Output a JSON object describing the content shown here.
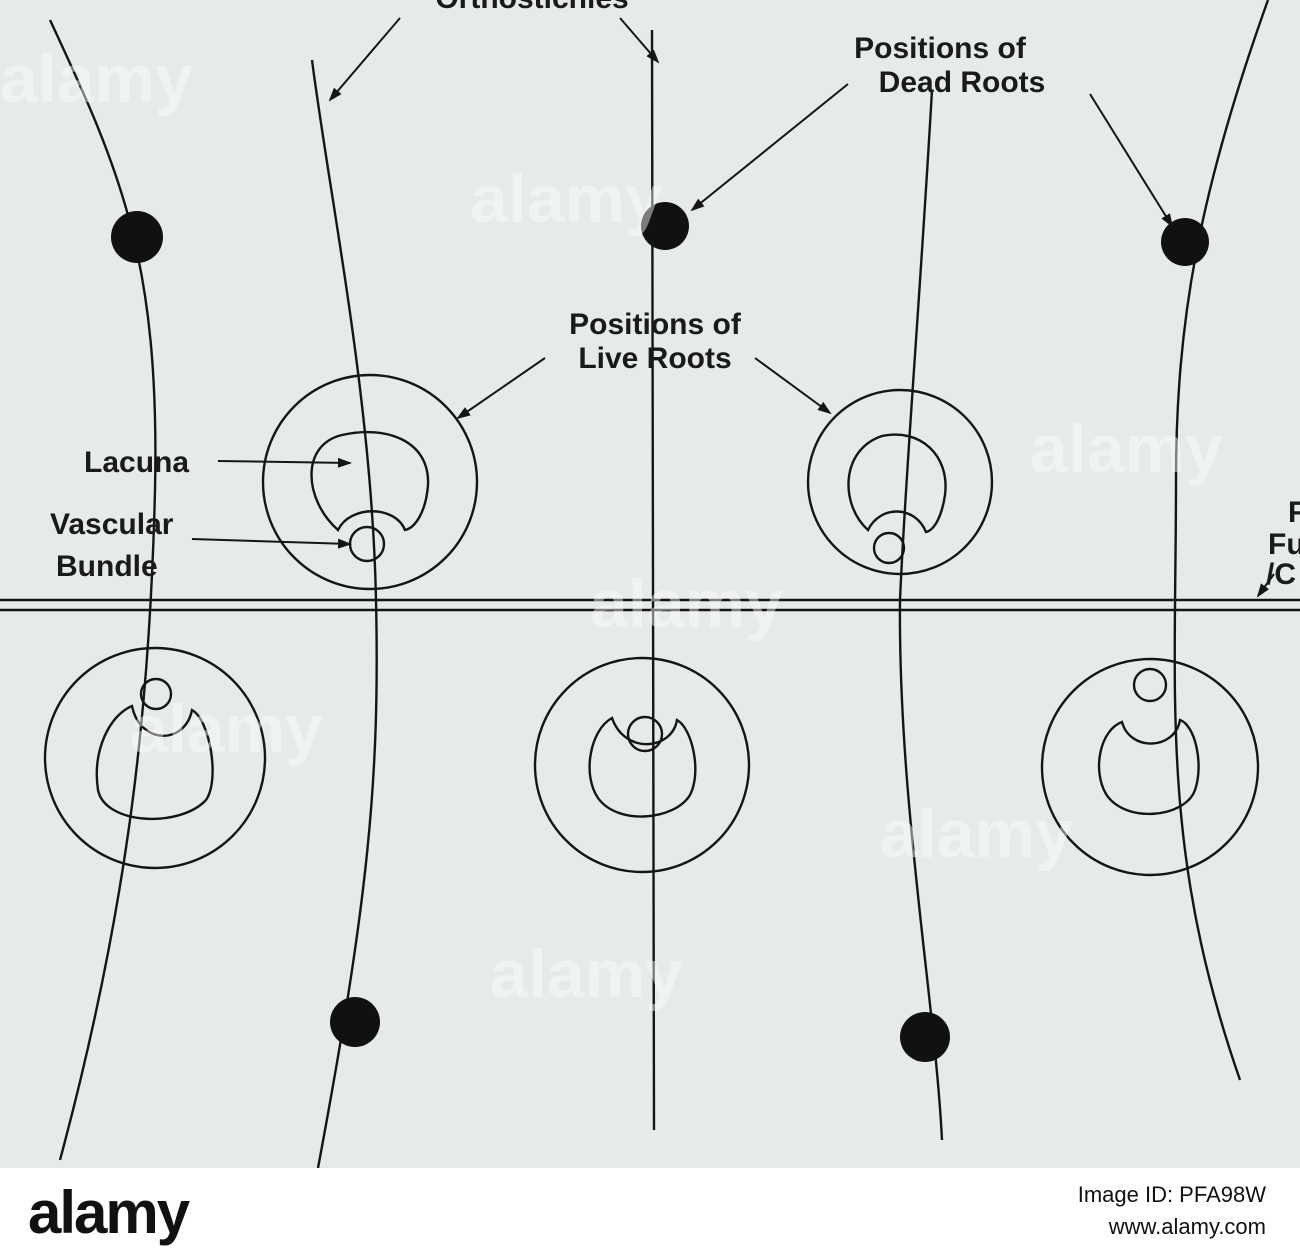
{
  "labels": {
    "orthostichies": "Orthostichies",
    "dead_roots_line1": "Positions of",
    "dead_roots_line2": "Dead Roots",
    "live_roots_line1": "Positions of",
    "live_roots_line2": "Live Roots",
    "lacuna": "Lacuna",
    "vascular_line1": "Vascular",
    "vascular_line2": "Bundle",
    "right_cut_line1": "F",
    "right_cut_line2": "Fu",
    "right_cut_line3": "/C"
  },
  "watermark": {
    "text": "alamy"
  },
  "footer": {
    "brand": "alamy",
    "image_id": "Image ID: PFA98W",
    "site_url": "www.alamy.com"
  },
  "colors": {
    "ink": "#151515",
    "paper": "#e6eaea",
    "footer_bg": "#ffffff"
  }
}
